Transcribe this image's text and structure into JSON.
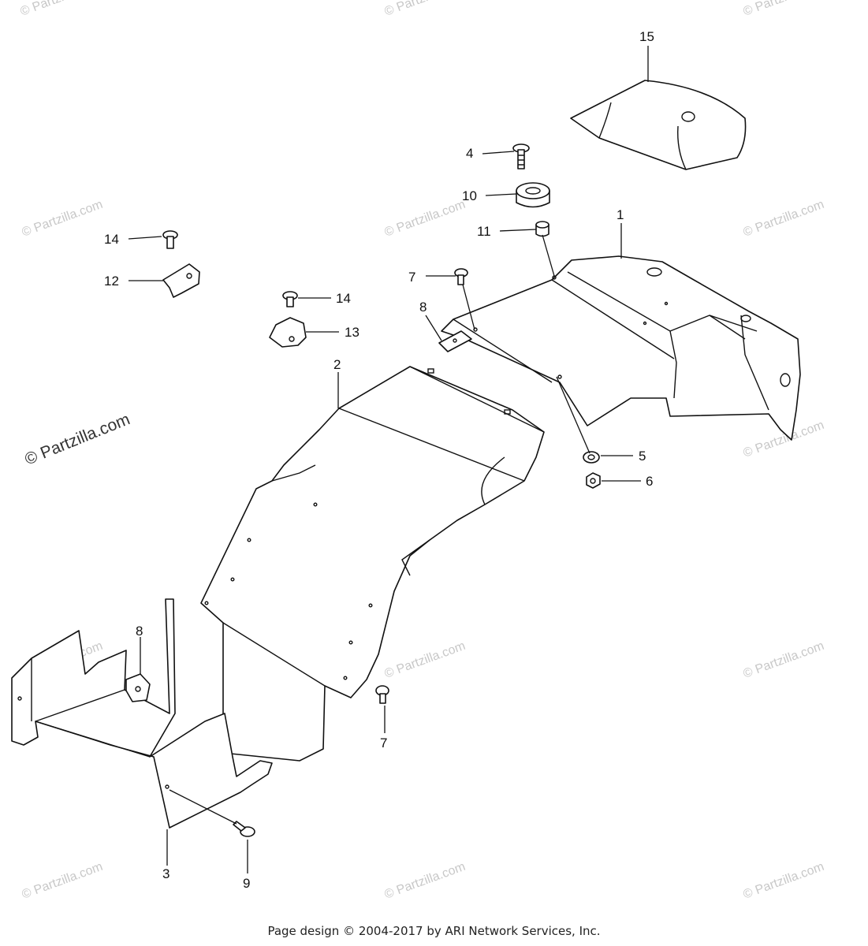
{
  "watermark": "© Partzilla.com",
  "callouts": {
    "c1": "1",
    "c2": "2",
    "c3": "3",
    "c4": "4",
    "c5": "5",
    "c6": "6",
    "c7a": "7",
    "c7b": "7",
    "c8a": "8",
    "c8b": "8",
    "c9": "9",
    "c10": "10",
    "c11": "11",
    "c12": "12",
    "c13": "13",
    "c14a": "14",
    "c14b": "14",
    "c15": "15"
  },
  "footer": "Page design © 2004-2017 by ARI Network Services, Inc."
}
